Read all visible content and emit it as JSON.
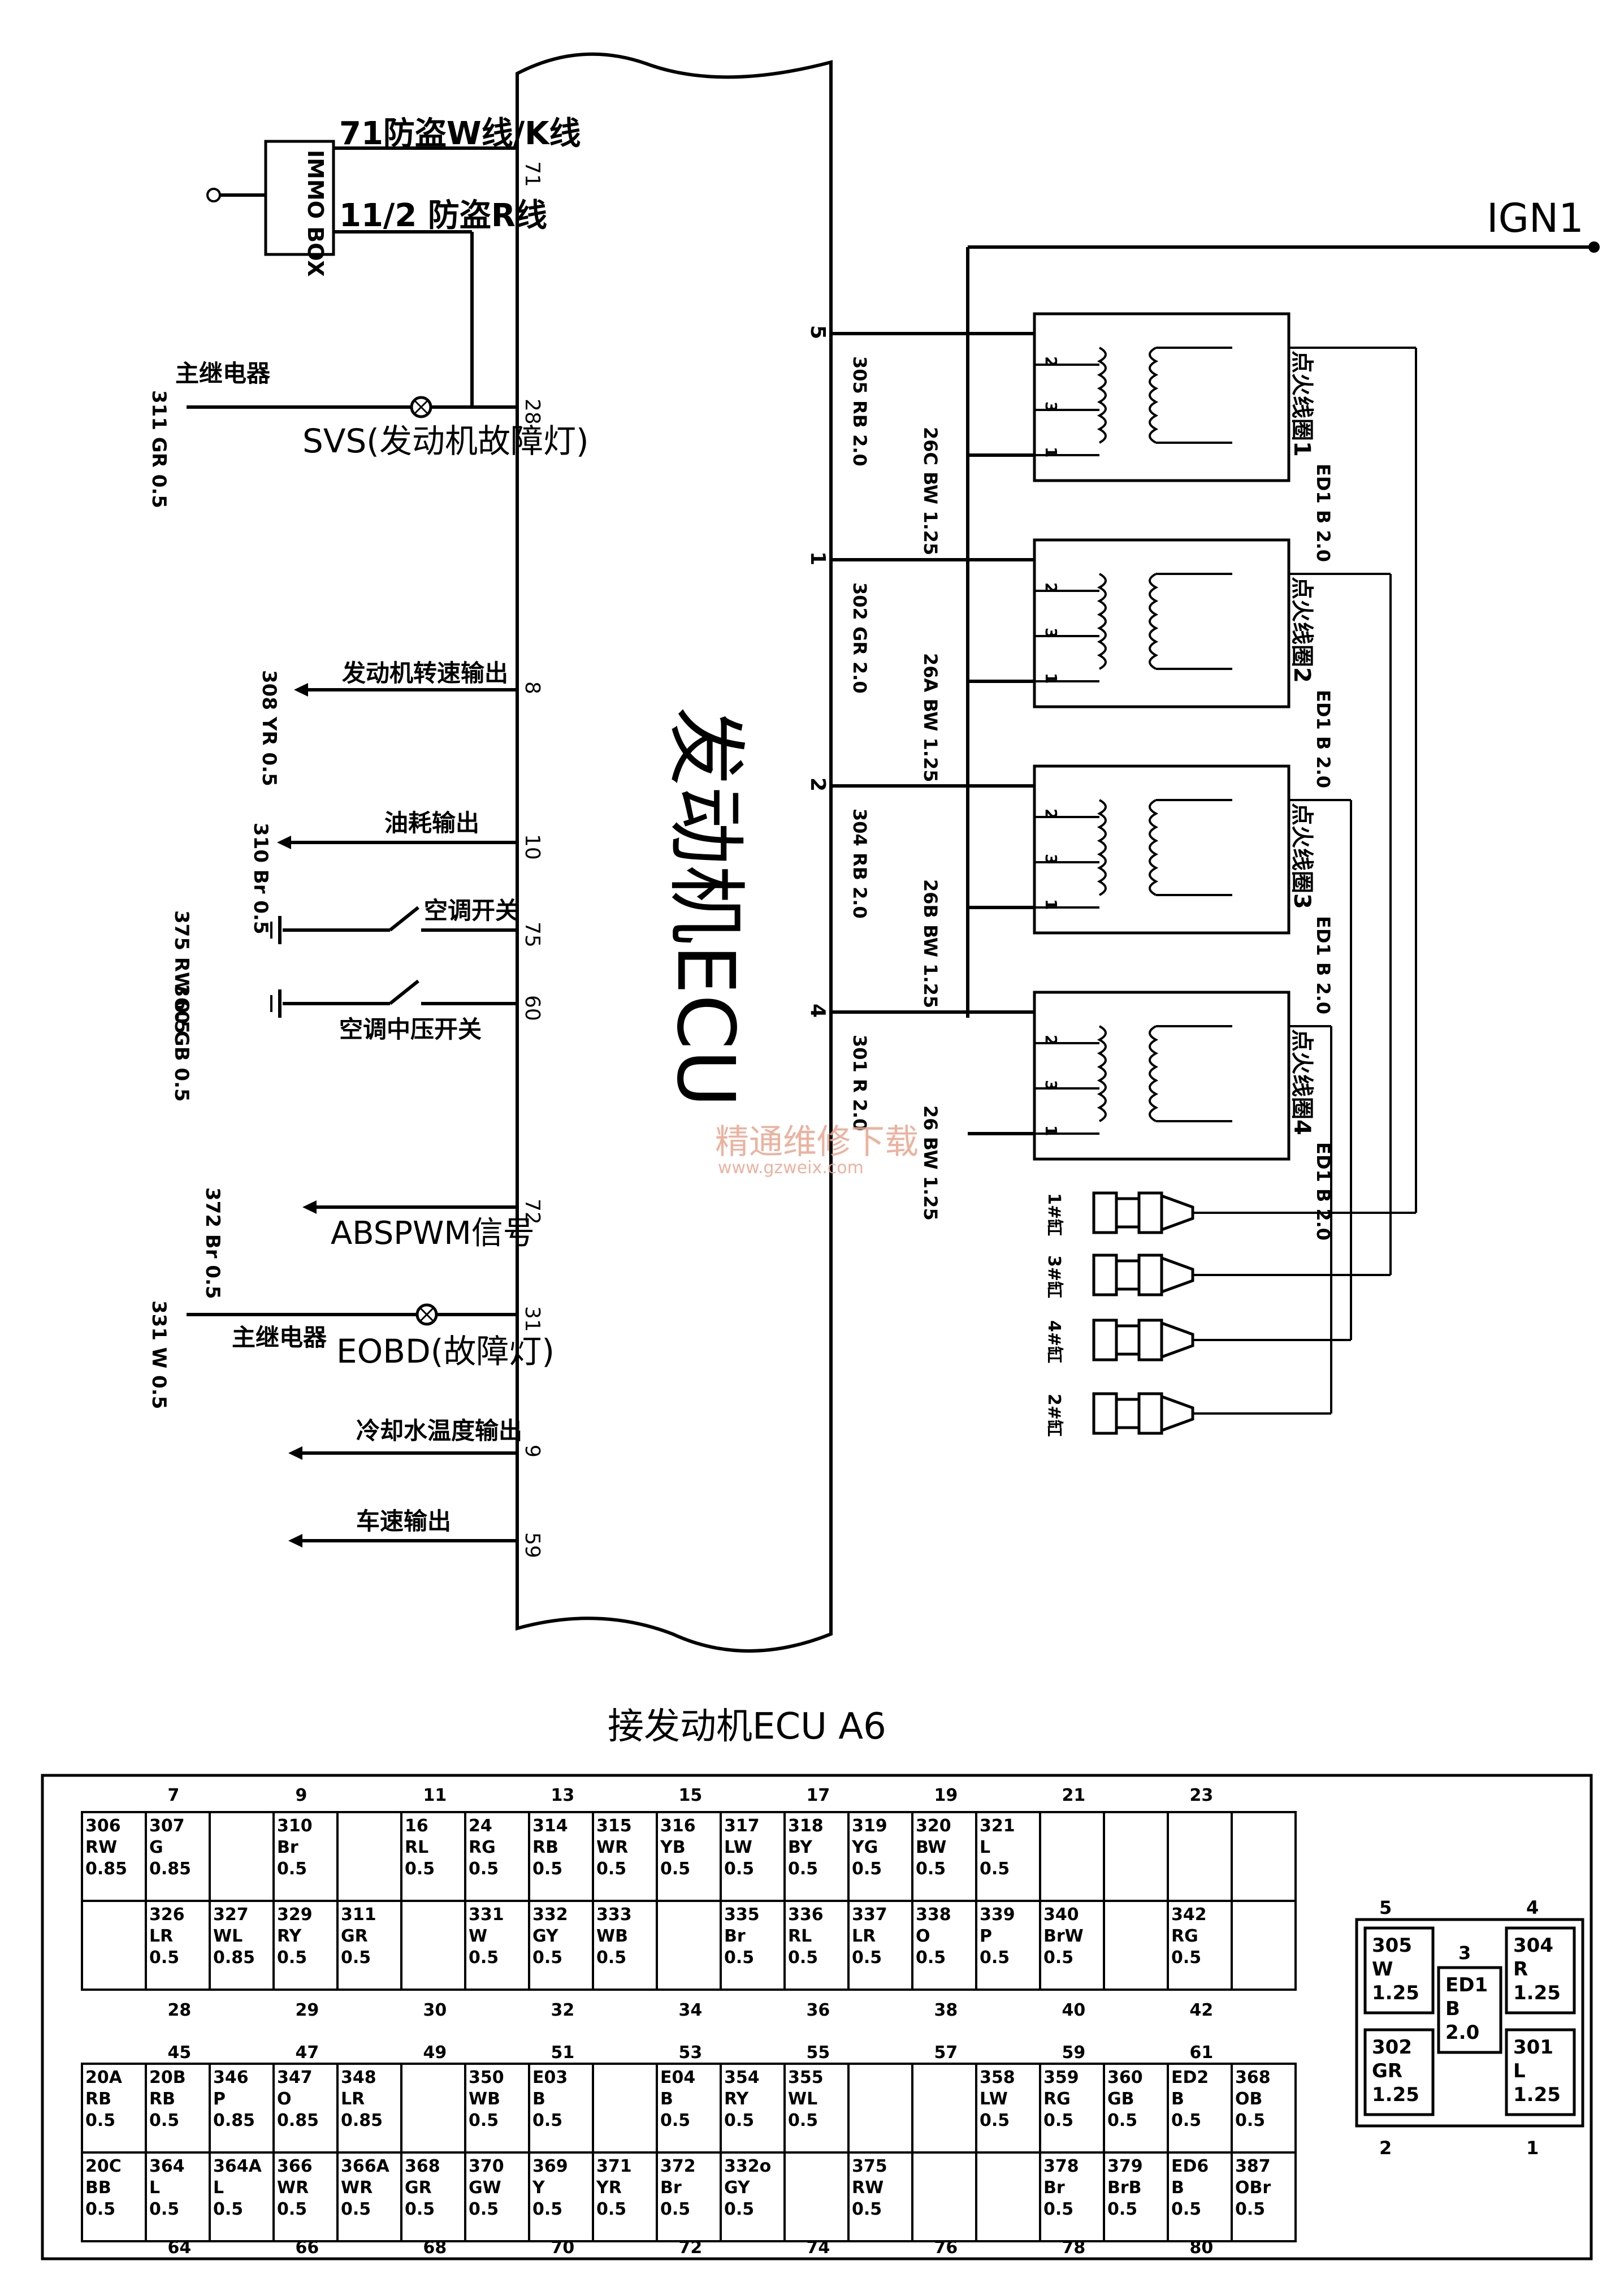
{
  "title": "接发动机ECU  A6",
  "ecu_label": "发动机ECU",
  "ign_label": "IGN1",
  "immo": {
    "box_label": "IMMO BOX",
    "line1_label": "71防盗W线/K线",
    "line2_label": "11/2 防盗R线"
  },
  "left_pins": [
    {
      "pin": "71"
    },
    {
      "pin": "28",
      "wire": "311 GR 0.5",
      "source": "主继电器",
      "label": "SVS(发动机故障灯)"
    },
    {
      "pin": "8",
      "wire": "308 YR 0.5",
      "label": "发动机转速输出"
    },
    {
      "pin": "10",
      "wire": "310 Br 0.5",
      "label": "油耗输出"
    },
    {
      "pin": "75",
      "wire": "375 RW 0.5",
      "label": "空调开关"
    },
    {
      "pin": "60",
      "wire": "360 GB 0.5",
      "label": "空调中压开关"
    },
    {
      "pin": "72",
      "wire": "372 Br 0.5",
      "label": "ABSPWM信号"
    },
    {
      "pin": "31",
      "wire": "331 W 0.5",
      "source": "主继电器",
      "label": "EOBD(故障灯)"
    },
    {
      "pin": "9",
      "label": "冷却水温度输出"
    },
    {
      "pin": "59",
      "label": "车速输出"
    }
  ],
  "coils": [
    {
      "pin": "5",
      "label": "点火线圈1",
      "wire_in": "305 RB 2.0",
      "wire_out": "26C BW 1.25",
      "ground": "ED1 B 2.0",
      "terminals": [
        "2",
        "3",
        "1"
      ]
    },
    {
      "pin": "1",
      "label": "点火线圈2",
      "wire_in": "302 GR 2.0",
      "wire_out": "26A BW 1.25",
      "ground": "ED1 B 2.0",
      "terminals": [
        "2",
        "3",
        "1"
      ]
    },
    {
      "pin": "2",
      "label": "点火线圈3",
      "wire_in": "304 RB 2.0",
      "wire_out": "26B BW 1.25",
      "ground": "ED1 B 2.0",
      "terminals": [
        "2",
        "3",
        "1"
      ]
    },
    {
      "pin": "4",
      "label": "点火线圈4",
      "wire_in": "301 R 2.0",
      "wire_out": "26 BW 1.25",
      "ground": "ED1 B 2.0",
      "terminals": [
        "2",
        "3",
        "1"
      ]
    }
  ],
  "plugs": [
    {
      "label": "1#缸"
    },
    {
      "label": "3#缸"
    },
    {
      "label": "4#缸"
    },
    {
      "label": "2#缸"
    }
  ],
  "watermark": {
    "line1": "精通维修下载",
    "line2": "www.gzweix.com"
  },
  "connector_main": {
    "top_labels_1": [
      "7",
      "9",
      "11",
      "13",
      "15",
      "17",
      "19",
      "21",
      "23"
    ],
    "row1": [
      "306 RW 0.85",
      "307 G 0.85",
      "",
      "310 Br 0.5",
      "",
      "16 RL 0.5",
      "24 RG 0.5",
      "314 RB 0.5",
      "315 WR 0.5",
      "316 YB 0.5",
      "317 LW 0.5",
      "318 BY 0.5",
      "319 YG 0.5",
      "320 BW 0.5",
      "321 L 0.5",
      "",
      ""
    ],
    "row2": [
      "",
      "326 LR 0.5",
      "327 WL 0.85",
      "329 RY 0.5",
      "311 GR 0.5",
      "",
      "331 W 0.5",
      "332 GY 0.5",
      "333 WB 0.5",
      "",
      "335 Br 0.5",
      "336 RL 0.5",
      "337 LR 0.5",
      "338 O 0.5",
      "339 P 0.5",
      "340 BrW 0.5",
      "",
      "342 RG 0.5",
      ""
    ],
    "mid_labels_1": [
      "28",
      "29",
      "30",
      "32",
      "34",
      "36",
      "38",
      "40",
      "42"
    ],
    "top_labels_2": [
      "45",
      "47",
      "49",
      "51",
      "53",
      "55",
      "57",
      "59",
      "61"
    ],
    "row3": [
      "20A RB 0.5",
      "20B RB 0.5",
      "346 P 0.85",
      "347 O 0.85",
      "348 LR 0.85",
      "",
      "350 WB 0.5",
      "E03 B 0.5",
      "",
      "E04 B 0.5",
      "354 RY 0.5",
      "355 WL 0.5",
      "",
      "",
      "358 LW 0.5",
      "359 RG 0.5",
      "360 GB 0.5",
      "ED2 B 0.5",
      "368 OB 0.5"
    ],
    "row4": [
      "20C BB 0.5",
      "364 L 0.5",
      "364A L 0.5",
      "366 WR 0.5",
      "366A WR 0.5",
      "368 GR 0.5",
      "370 GW 0.5",
      "369 Y 0.5",
      "371 YR 0.5",
      "372 Br 0.5",
      "332o GY 0.5",
      "",
      "375 RW 0.5",
      "",
      "",
      "378 Br 0.5",
      "379 BrB 0.5",
      "ED6 B 0.5",
      "387 OBr 0.5"
    ],
    "bottom_labels": [
      "64",
      "66",
      "68",
      "70",
      "72",
      "74",
      "76",
      "78",
      "80"
    ]
  },
  "connector_small": {
    "top_labels": [
      "5",
      "4"
    ],
    "middle_label": "3",
    "cells": [
      "305 W 1.25",
      "ED1 B 2.0",
      "304 R 1.25",
      "302 GR 1.25",
      "301 L 1.25"
    ],
    "bottom_labels": [
      "2",
      "1"
    ]
  }
}
